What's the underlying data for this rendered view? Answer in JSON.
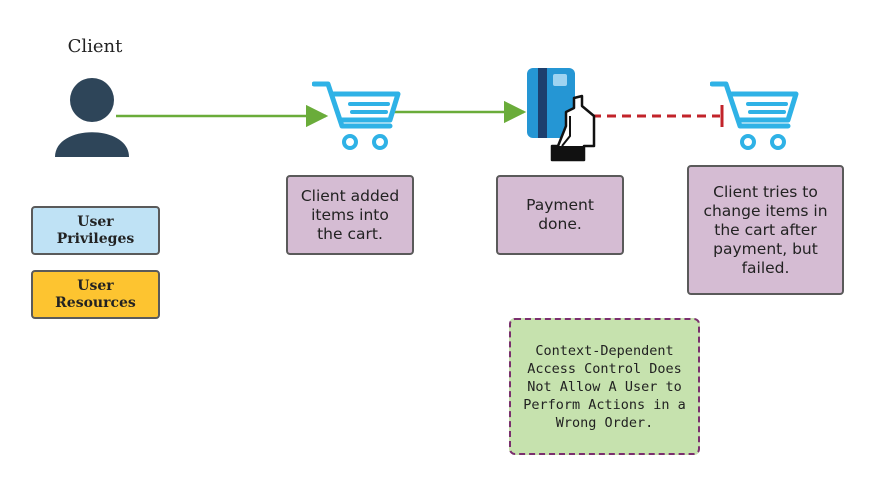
{
  "client": {
    "label": "Client"
  },
  "legend": {
    "privileges_label": "User\nPrivileges",
    "resources_label": "User\nResources"
  },
  "steps": {
    "added_label": "Client added\nitems into\nthe cart.",
    "payment_label": "Payment\ndone.",
    "failed_label": "Client tries to\nchange items in\nthe cart after\npayment, but\nfailed."
  },
  "note": {
    "text": "Context-Dependent\nAccess Control Does\nNot Allow A User to\nPerform Actions in a\nWrong Order."
  },
  "colors": {
    "cart_blue": "#2fb2e6",
    "user_dark": "#2e4559",
    "allowed_arrow": "#6aac3a",
    "blocked_line": "#c2232a",
    "privileges_fill": "#bfe2f5",
    "resources_fill": "#fdc430",
    "step_fill": "#d5bcd3",
    "note_fill": "#c6e2ae",
    "note_border": "#7a2f6e"
  },
  "icons": {
    "client": "user-icon",
    "cart": "shopping-cart-icon",
    "payment": "card-payment-icon"
  }
}
